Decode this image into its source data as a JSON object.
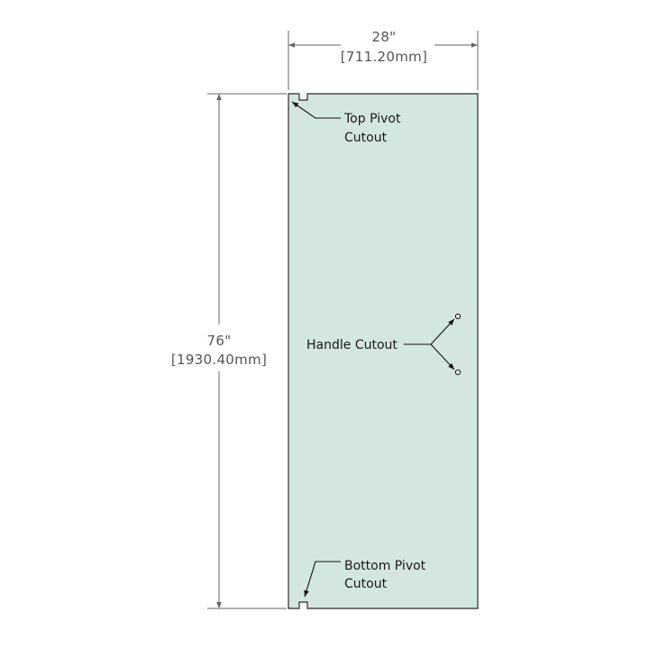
{
  "dimensions": {
    "width_in": "28\"",
    "width_mm": "[711.20mm]",
    "height_in": "76\"",
    "height_mm": "[1930.40mm]"
  },
  "callouts": {
    "top_pivot_line1": "Top Pivot",
    "top_pivot_line2": "Cutout",
    "handle": "Handle Cutout",
    "bottom_pivot_line1": "Bottom Pivot",
    "bottom_pivot_line2": "Cutout"
  },
  "colors": {
    "glass_fill": "#d3e6e2",
    "glass_edge": "#2b2b2b",
    "dimension_line": "#666666",
    "dimension_text": "#555555",
    "leader_line": "#111111"
  }
}
